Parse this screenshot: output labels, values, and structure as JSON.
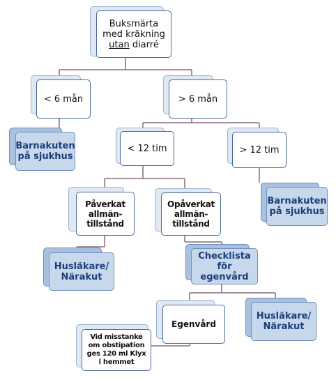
{
  "nodes": {
    "root_line1": "Buksmärta",
    "root_line2": "med kräkning",
    "root_line3_u": "utan",
    "root_line3_rest": " diarré",
    "lt6": "< 6 mån",
    "gt6": "> 6 mån",
    "barnakuten_left": "Barnakuten\npå sjukhus",
    "lt12": "< 12 tim",
    "gt12": "> 12 tim",
    "barnakuten_right": "Barnakuten\npå sjukhus",
    "paverkat": "Påverkat\nallmän-\ntillstånd",
    "opaverkat": "Opåverkat\nallmän-\ntillstånd",
    "huslakare_left": "Husläkare/\nNärakut",
    "checklista": "Checklista\nför egenvård",
    "egenvard": "Egenvård",
    "huslakare_right": "Husläkare/\nNärakut",
    "obstipation": "Vid misstanke\nom obstipation\nges 120 ml Klyx\ni hemmet"
  }
}
